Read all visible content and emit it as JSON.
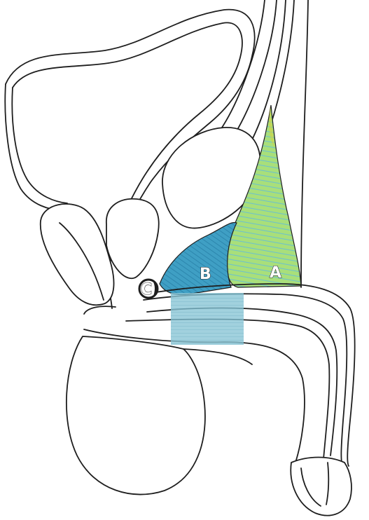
{
  "labels": {
    "a": "A",
    "b": "B",
    "c": "C"
  },
  "colors": {
    "region_a": "#a9df7a",
    "region_a_light": "#d9f0b0",
    "region_a_accent": "#d8d23a",
    "region_b": "#3f9fc4",
    "region_b_band": "#79bdd2",
    "outline": "#1e1e1e"
  }
}
